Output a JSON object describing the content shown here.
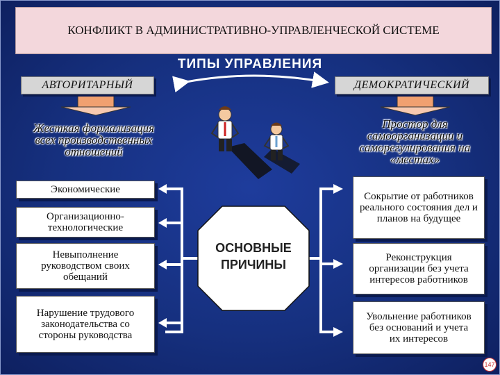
{
  "title": "КОНФЛИКТ В АДМИНИСТРАТИВНО-УПРАВЛЕНЧЕСКОЙ СИСТЕМЕ",
  "subtitle": "ТИПЫ УПРАВЛЕНИЯ",
  "left_type": {
    "label": "АВТОРИТАРНЫЙ",
    "description": "Жесткая формализация всех производственных отношений"
  },
  "right_type": {
    "label": "ДЕМОКРАТИЧЕСКИЙ",
    "description": "Простор для самоорганизации и саморегулирования на «местах»"
  },
  "center": {
    "label": "ОСНОВНЫЕ ПРИЧИНЫ"
  },
  "left_reasons": [
    "Экономические",
    "Организационно-технологические",
    "Невыполнение руководством своих обещаний",
    "Нарушение трудового законодательства со стороны руководства"
  ],
  "right_reasons": [
    "Сокрытие от работников реального состояния дел и планов на будущее",
    "Реконструкция организации без учета интересов работников",
    "Увольнение работников без оснований и учета их интересов"
  ],
  "page_number": "147",
  "colors": {
    "background": "#1a3590",
    "title_box": "#f3d7dc",
    "label_box": "#d6d6d6",
    "octagon": "#ffffff",
    "connector": "#ffffff",
    "arrow_head": "#f0a070"
  }
}
